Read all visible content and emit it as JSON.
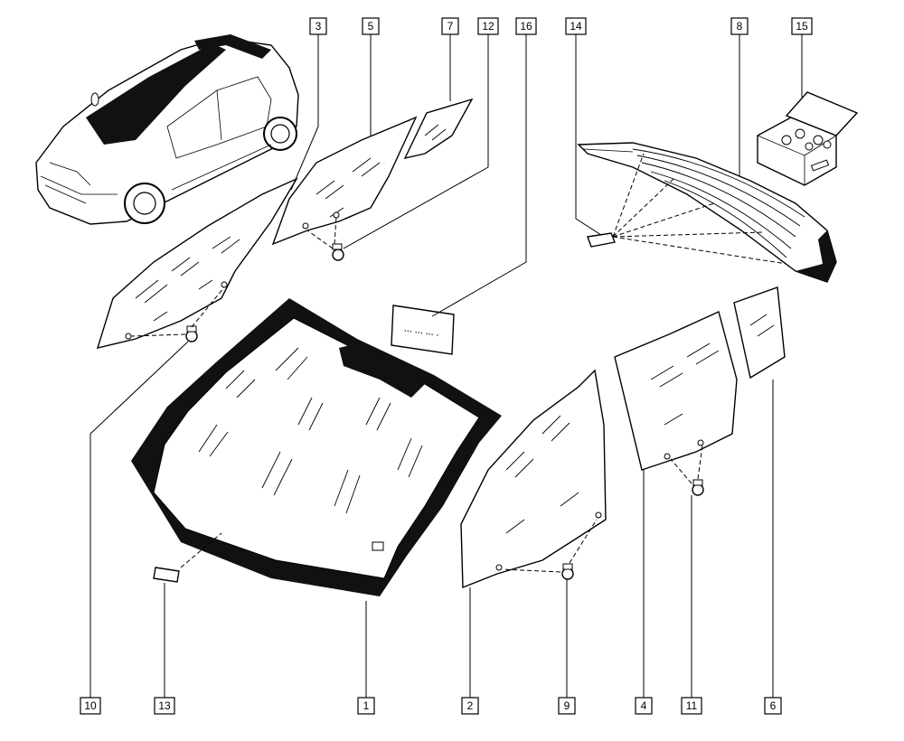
{
  "callouts": [
    {
      "id": "c3",
      "label": "3"
    },
    {
      "id": "c5",
      "label": "5"
    },
    {
      "id": "c7",
      "label": "7"
    },
    {
      "id": "c12",
      "label": "12"
    },
    {
      "id": "c16",
      "label": "16"
    },
    {
      "id": "c14",
      "label": "14"
    },
    {
      "id": "c8",
      "label": "8"
    },
    {
      "id": "c15",
      "label": "15"
    },
    {
      "id": "c10",
      "label": "10"
    },
    {
      "id": "c13",
      "label": "13"
    },
    {
      "id": "c1",
      "label": "1"
    },
    {
      "id": "c2",
      "label": "2"
    },
    {
      "id": "c9",
      "label": "9"
    },
    {
      "id": "c4",
      "label": "4"
    },
    {
      "id": "c11",
      "label": "11"
    },
    {
      "id": "c6",
      "label": "6"
    }
  ]
}
